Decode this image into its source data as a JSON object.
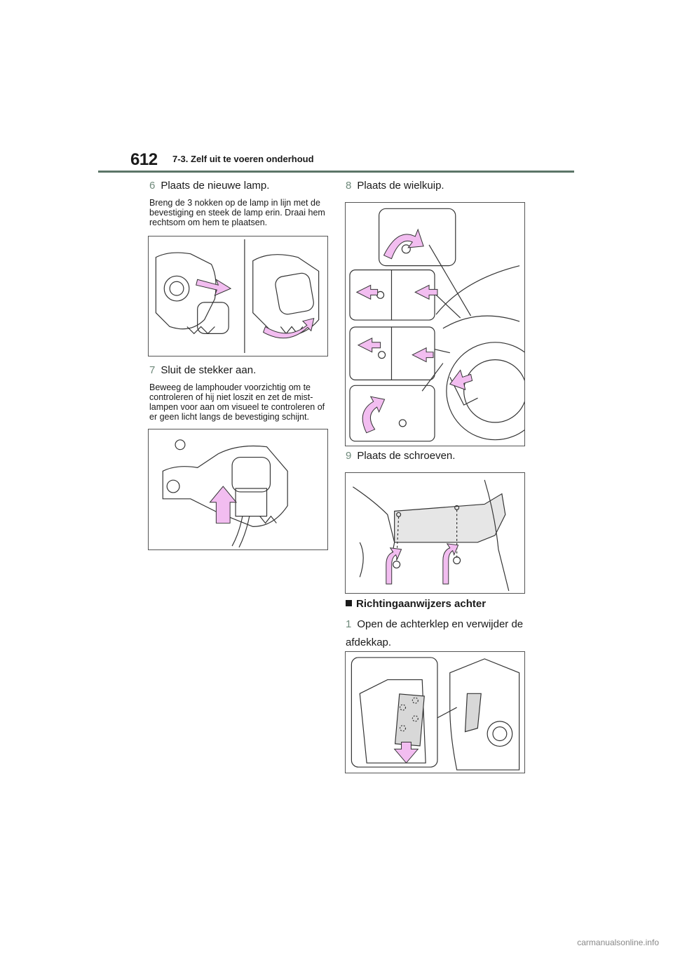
{
  "header": {
    "page_number": "612",
    "section": "7-3. Zelf uit te voeren onderhoud"
  },
  "steps": {
    "s6": {
      "num": "6",
      "title": "Plaats de nieuwe lamp.",
      "desc": "Breng de 3 nokken op de lamp in lijn met de bevestiging en steek de lamp erin. Draai hem rechtsom om hem te plaatsen."
    },
    "s7": {
      "num": "7",
      "title": "Sluit de stekker aan.",
      "desc": "Beweeg de lamphouder voorzichtig om te controleren of hij niet loszit en zet de mist-lampen voor aan om visueel te controleren of er geen licht langs de bevestiging schijnt."
    },
    "s8": {
      "num": "8",
      "title": "Plaats de wielkuip."
    },
    "s9": {
      "num": "9",
      "title": "Plaats de schroeven."
    },
    "rear": {
      "heading": "Richtingaanwijzers achter"
    },
    "r1": {
      "num": "1",
      "title": "Open de achterklep en verwijder de afdekkap."
    }
  },
  "colors": {
    "accent": "#6f8a7b",
    "rule": "#5c7568",
    "arrow": "#f2bdf0"
  },
  "footer": {
    "watermark": "carmanualsonline.info"
  }
}
